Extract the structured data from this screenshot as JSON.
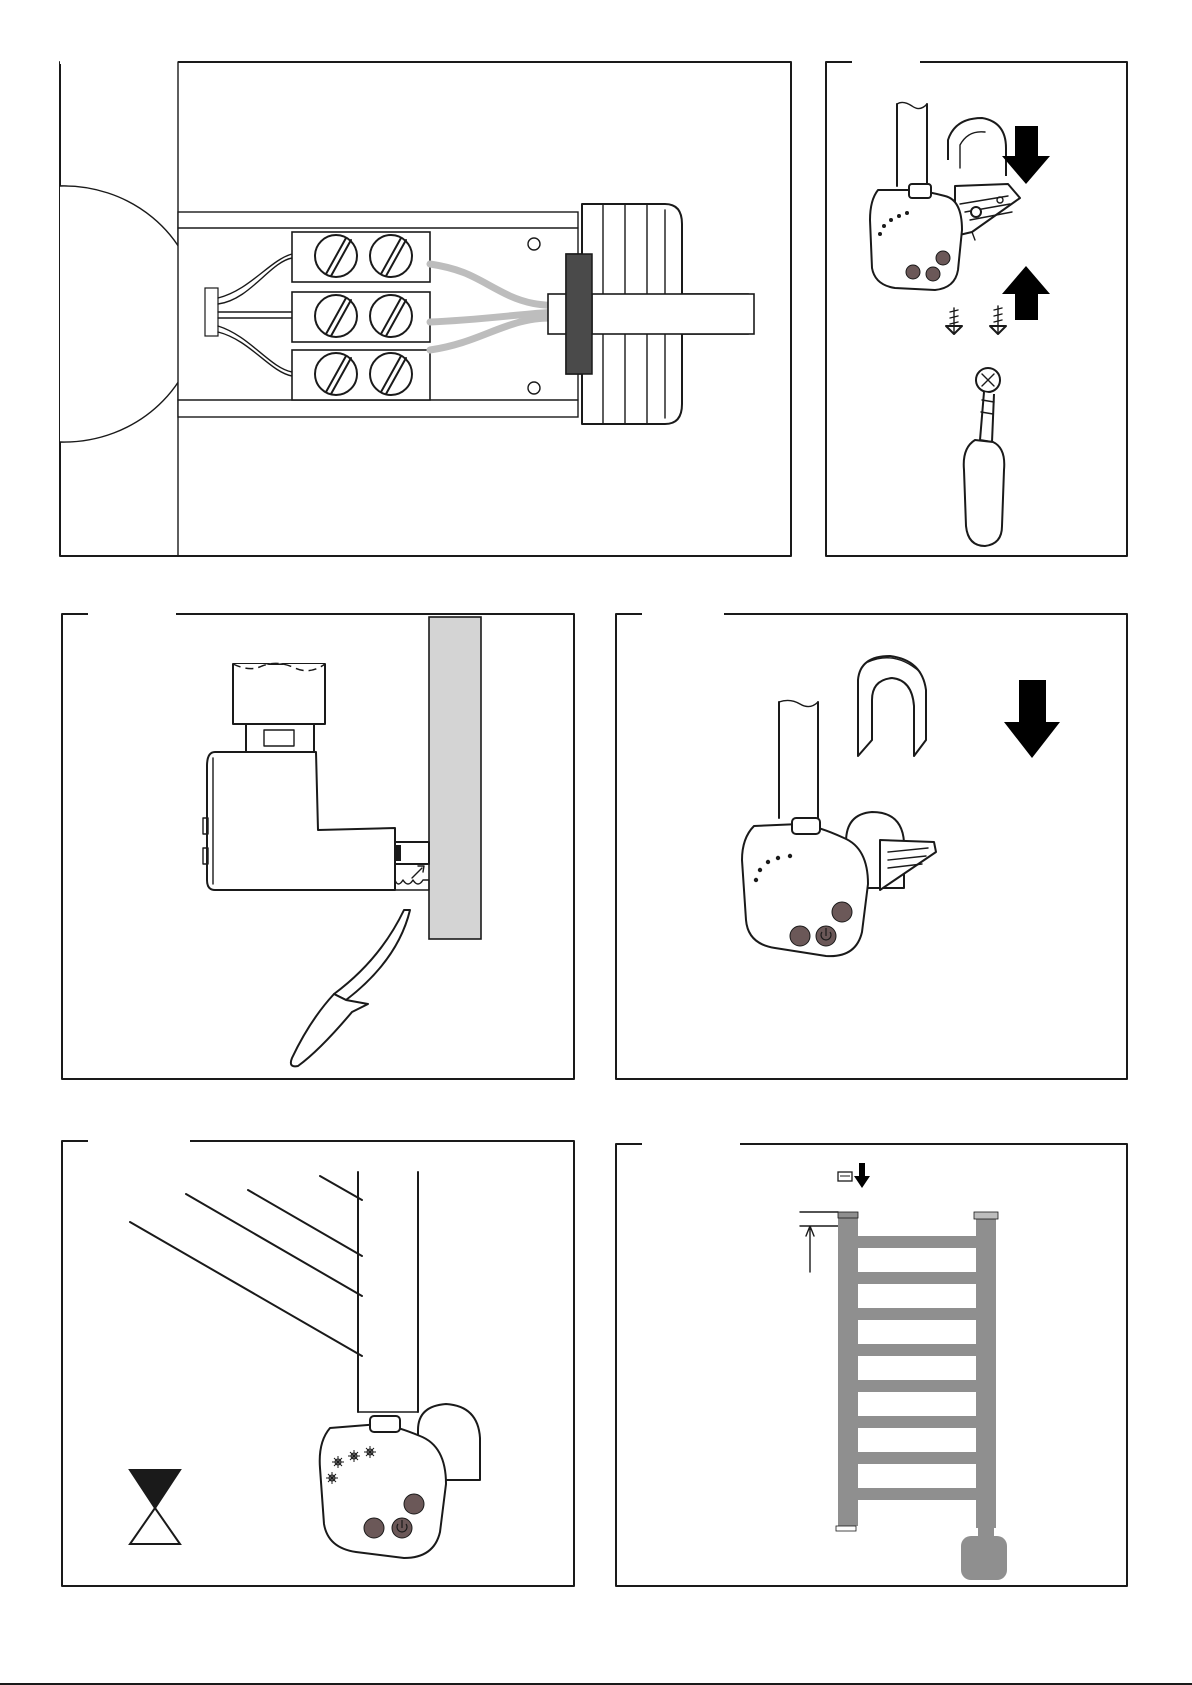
{
  "page": {
    "title": "",
    "figures": [
      {
        "id": "wiring-terminal-block",
        "step_label": ""
      },
      {
        "id": "screw-fixing",
        "step_label": ""
      },
      {
        "id": "cut-excess-cable",
        "step_label": ""
      },
      {
        "id": "clip-cover",
        "step_label": ""
      },
      {
        "id": "heating-wait",
        "step_label": ""
      },
      {
        "id": "towel-rail-fill",
        "step_label": ""
      }
    ]
  },
  "colors": {
    "line": "#1a1a1a",
    "wire_grey": "#bdbdbd",
    "wall_grey": "#d4d4d4",
    "rail_grey": "#8f8f8f",
    "button_brown": "#6b5858",
    "gasket_dark": "#4a4a4a"
  },
  "icons": [
    "screwdriver-icon",
    "knife-icon",
    "hourglass-icon",
    "arrow-down-icon",
    "arrow-up-icon"
  ]
}
